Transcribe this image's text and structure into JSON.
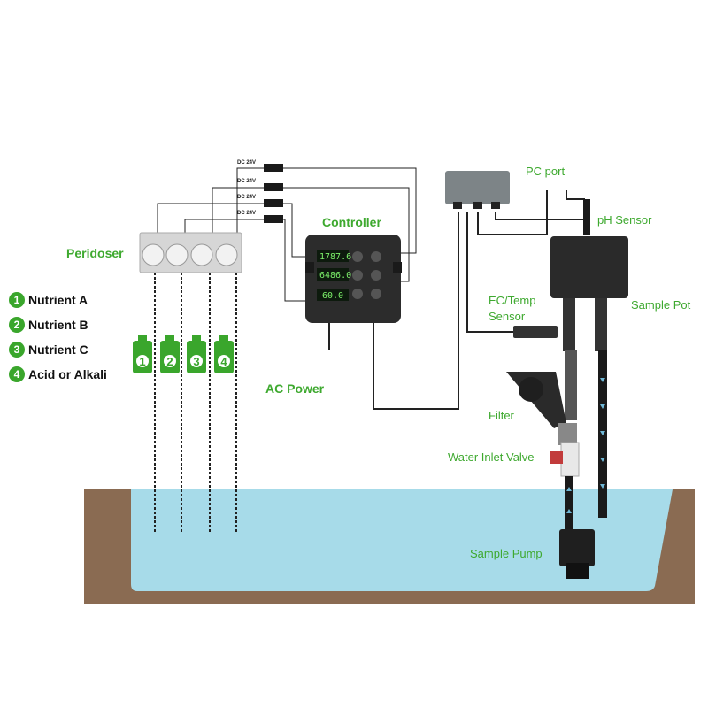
{
  "labels": {
    "peridoser": "Peridoser",
    "controller": "Controller",
    "pc_port": "PC port",
    "ph_sensor": "pH Sensor",
    "ec_temp_sensor_line1": "EC/Temp",
    "ec_temp_sensor_line2": "Sensor",
    "sample_pot": "Sample Pot",
    "ac_power": "AC Power",
    "filter": "Filter",
    "water_inlet_valve": "Water Inlet Valve",
    "sample_pump": "Sample Pump"
  },
  "legend": [
    {
      "num": "1",
      "label": "Nutrient A"
    },
    {
      "num": "2",
      "label": "Nutrient B"
    },
    {
      "num": "3",
      "label": "Nutrient C"
    },
    {
      "num": "4",
      "label": "Acid or Alkali"
    }
  ],
  "dc_labels": [
    "DC 24V",
    "DC 24V",
    "DC 24V",
    "DC 24V"
  ],
  "controller_display": [
    "1787.6",
    "6486.0",
    "60.0"
  ],
  "bottles": [
    "1",
    "2",
    "3",
    "4"
  ],
  "colors": {
    "label_green": "#3ea92f",
    "water": "#a7dbe9",
    "soil": "#8a6b52",
    "device_dark": "#2c2c2c",
    "lcd_green": "#7cf06a"
  }
}
